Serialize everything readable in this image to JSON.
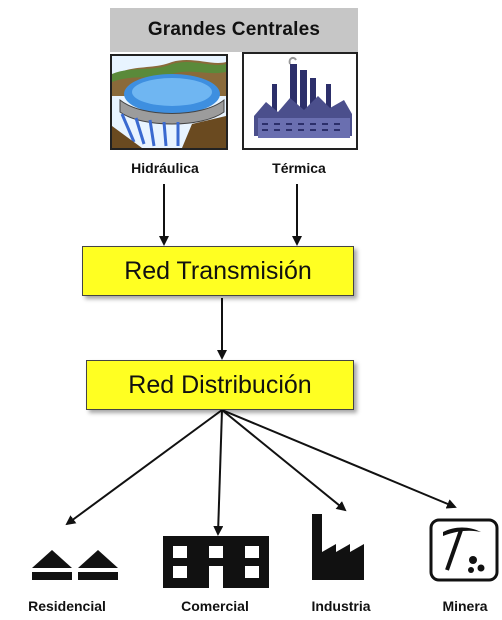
{
  "header": {
    "title": "Grandes Centrales"
  },
  "plants": [
    {
      "label": "Hidráulica",
      "icon": "dam-reservoir-icon"
    },
    {
      "label": "Térmica",
      "icon": "thermal-plant-icon"
    }
  ],
  "networks": {
    "transmission": "Red Transmisión",
    "distribution": "Red Distribución"
  },
  "sectors": [
    {
      "label": "Residencial",
      "icon": "houses-icon"
    },
    {
      "label": "Comercial",
      "icon": "building-icon"
    },
    {
      "label": "Industria",
      "icon": "factory-icon"
    },
    {
      "label": "Minera",
      "icon": "pickaxe-icon"
    }
  ],
  "colors": {
    "box_fill": "#ffff22",
    "header_fill": "#c6c6c6"
  }
}
